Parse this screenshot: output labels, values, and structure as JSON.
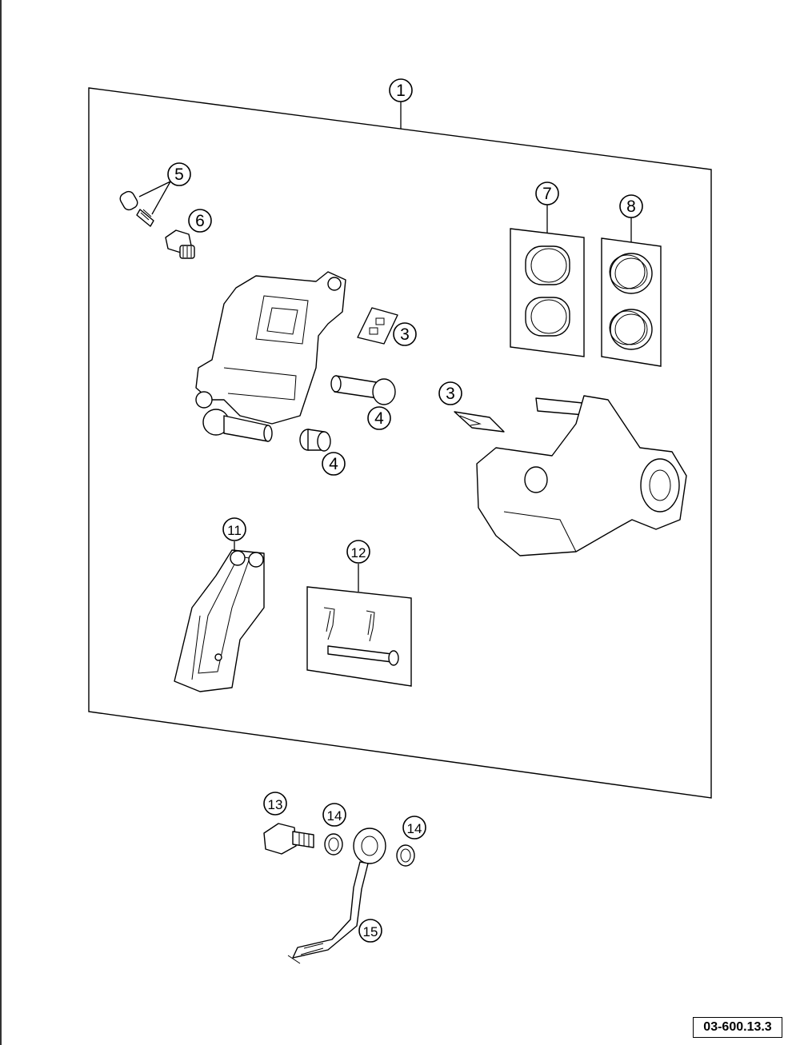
{
  "diagram": {
    "reference_code": "03-600.13.3",
    "callouts": [
      {
        "id": "c1",
        "label": "1"
      },
      {
        "id": "c5",
        "label": "5"
      },
      {
        "id": "c6",
        "label": "6"
      },
      {
        "id": "c7",
        "label": "7"
      },
      {
        "id": "c8",
        "label": "8"
      },
      {
        "id": "c3a",
        "label": "3"
      },
      {
        "id": "c3b",
        "label": "3"
      },
      {
        "id": "c4a",
        "label": "4"
      },
      {
        "id": "c4b",
        "label": "4"
      },
      {
        "id": "c11",
        "label": "11"
      },
      {
        "id": "c12",
        "label": "12"
      },
      {
        "id": "c13",
        "label": "13"
      },
      {
        "id": "c14a",
        "label": "14"
      },
      {
        "id": "c14b",
        "label": "14"
      },
      {
        "id": "c15",
        "label": "15"
      }
    ]
  }
}
